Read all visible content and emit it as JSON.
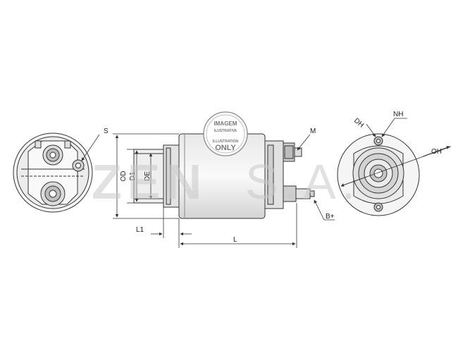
{
  "watermark": {
    "brand": "ZEN",
    "suffix": "S.A."
  },
  "stamp": {
    "line1": "IMAGEM",
    "line2": "ILUSTRATIVA",
    "line3": "ILLUSTRATION",
    "line4": "ONLY"
  },
  "dimensions": {
    "S": "S",
    "OD": "OD",
    "D1": "D1",
    "DE": "DE",
    "L1": "L1",
    "L": "L",
    "M": "M",
    "B_plus": "B+",
    "DH": "DH",
    "NH": "NH",
    "OH": "OH"
  },
  "colors": {
    "line": "#333333",
    "fill_light": "#f2f2f2",
    "fill_mid": "#d9d9d9",
    "watermark": "#c9c9c9"
  }
}
